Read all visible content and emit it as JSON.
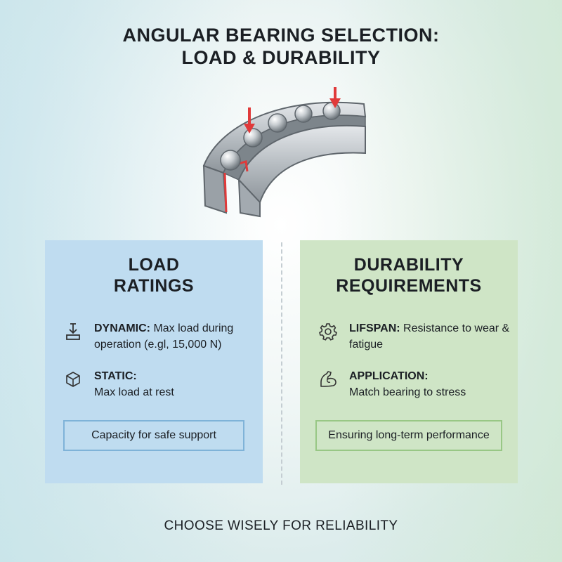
{
  "title": {
    "line1": "ANGULAR BEARING SELECTION:",
    "line2": "LOAD & DURABILITY"
  },
  "load_panel": {
    "title_line1": "LOAD",
    "title_line2": "RATINGS",
    "items": [
      {
        "label": "DYNAMIC:",
        "text": "Max load during operation (e.gl, 15,000 N)",
        "icon": "download-weight-icon"
      },
      {
        "label": "STATIC:",
        "text": "Max load at rest",
        "icon": "cube-icon"
      }
    ],
    "box_text": "Capacity for safe support",
    "color": "#bfdcf0"
  },
  "durability_panel": {
    "title_line1": "DURABILITY",
    "title_line2": "REQUIREMENTS",
    "items": [
      {
        "label": "LIFSPAN:",
        "text": "Resistance to wear & fatigue",
        "icon": "gear-icon"
      },
      {
        "label": "APPLICATION:",
        "text": "Match bearing to stress",
        "icon": "flexed-arm-icon"
      }
    ],
    "box_text": "Ensuring long-term performance",
    "color": "#cfe5c6"
  },
  "footer": "CHOOSE WISELY FOR RELIABILITY",
  "accent_colors": {
    "load_arrow": "#e03a3a",
    "bearing_metal": "#b9bfc4"
  }
}
